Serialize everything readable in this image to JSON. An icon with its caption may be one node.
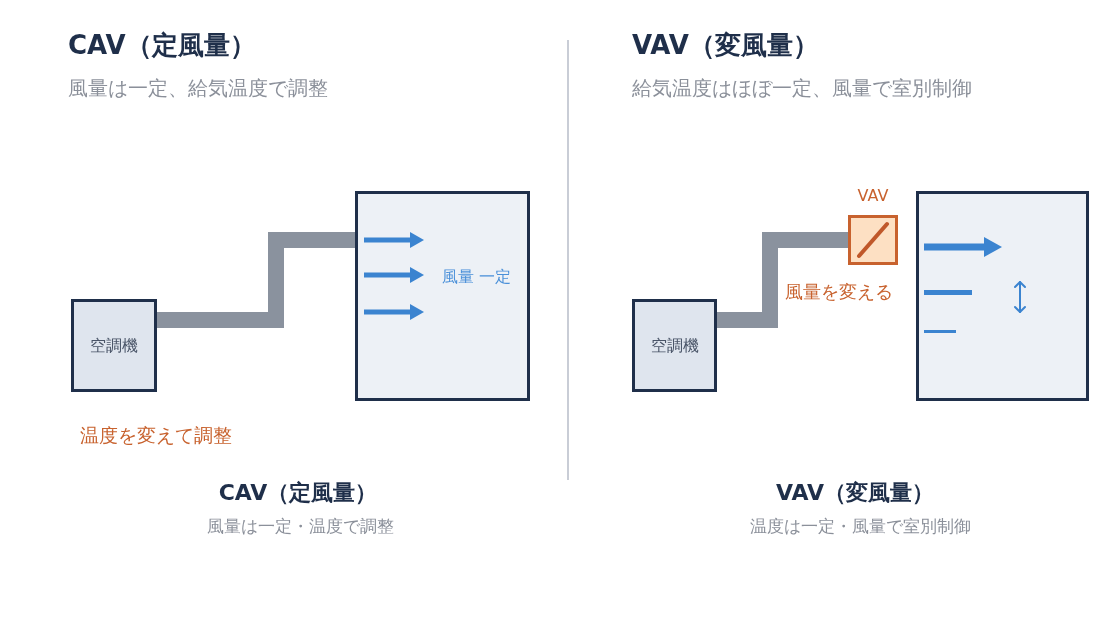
{
  "diagram": {
    "nodes": [
      {
        "text": [
          "空調機"
        ],
        "beside": [
          "温度を変えて調整"
        ]
      },
      {
        "text": [
          "風量 一定"
        ]
      },
      {
        "text": [
          "空調機"
        ]
      },
      {
        "text": [
          "VAV"
        ],
        "beside": [
          "風量を変える"
        ]
      },
      {
        "text": [],
        "shape": "box"
      }
    ],
    "edges": [
      {
        "from": 0,
        "to": 1,
        "arrow": "none"
      },
      {
        "from": 2,
        "to": 3,
        "arrow": "none"
      }
    ],
    "labels": [
      "CAV（定風量）",
      "風量は一定、給気温度で調整",
      "VAV（変風量）",
      "給気温度はほぼ一定、風量で室別制御",
      "CAV（定風量）",
      "風量は一定・温度で調整",
      "VAV（変風量）",
      "温度は一定・風量で室別制御"
    ]
  }
}
